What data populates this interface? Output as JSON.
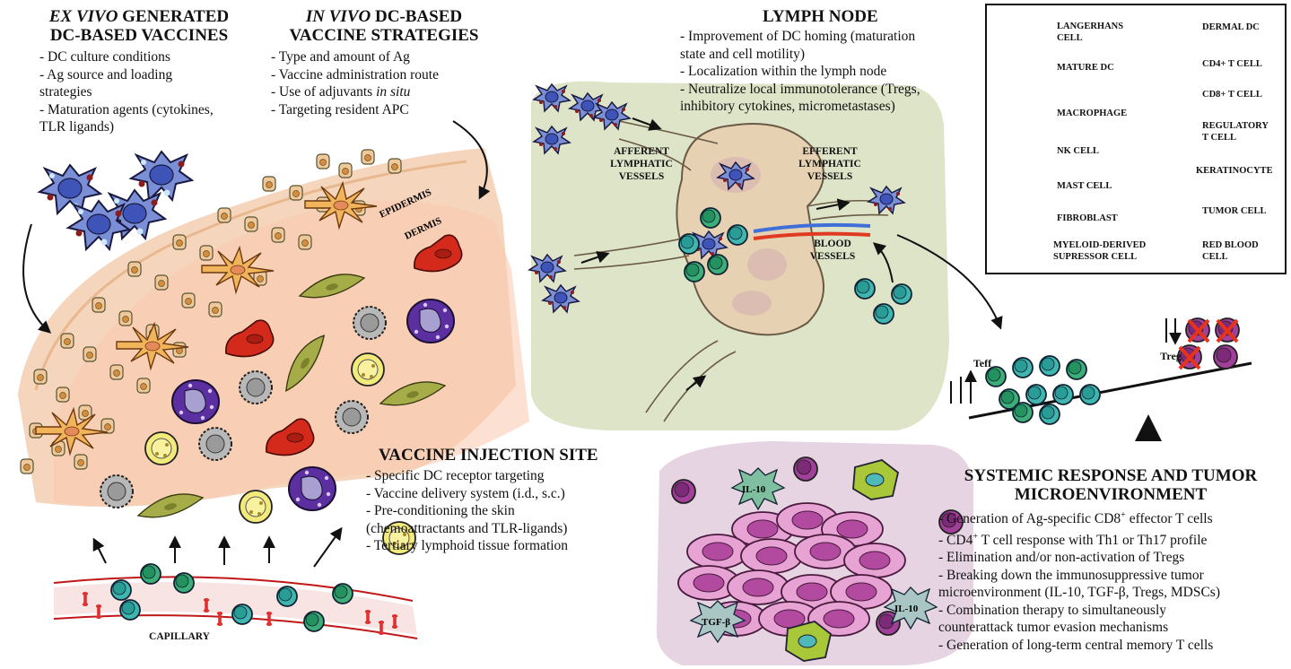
{
  "ex_vivo": {
    "title_italic": "EX VIVO",
    "title_rest": " GENERATED",
    "title_line2": "DC-BASED VACCINES",
    "items": [
      "- DC culture conditions",
      "- Ag source and loading",
      "strategies",
      "- Maturation agents (cytokines,",
      "TLR ligands)"
    ]
  },
  "in_vivo": {
    "title_italic": "IN VIVO",
    "title_rest": " DC-BASED",
    "title_line2": "VACCINE STRATEGIES",
    "items": [
      "- Type and amount of Ag",
      "- Vaccine administration route",
      "- Use of adjuvants ",
      "- Targeting resident APC"
    ],
    "items_italic_suffix": "in situ"
  },
  "lymph_node": {
    "title": "LYMPH NODE",
    "items": [
      "- Improvement of DC homing (maturation",
      "state and cell motility)",
      "- Localization within the lymph node",
      "- Neutralize local immunotolerance (Tregs,",
      "inhibitory cytokines, micrometastases)"
    ]
  },
  "vaccine_site": {
    "title": "VACCINE INJECTION SITE",
    "items": [
      "- Specific DC receptor targeting",
      "- Vaccine delivery system (i.d., s.c.)",
      "- Pre-conditioning the skin",
      "(chemoattractants and TLR-ligands)",
      "- Tertiary lymphoid tissue formation"
    ]
  },
  "systemic": {
    "title_line1": "SYSTEMIC RESPONSE AND TUMOR",
    "title_line2": "MICROENVIRONMENT",
    "items": [
      "-  Generation of Ag-specific CD8",
      "-  CD4",
      "- Elimination and/or non-activation of Tregs",
      "- Breaking down the immunosuppressive tumor",
      "microenvironment (IL-10, TGF-β, Tregs, MDSCs)",
      "- Combination therapy to simultaneously",
      "counterattack tumor evasion mechanisms",
      "- Generation of long-term central memory T cells"
    ],
    "item1_sup": "+",
    "item1_rest": " effector T cells",
    "item2_sup": "+",
    "item2_rest": " T cell response with Th1 or Th17 profile"
  },
  "labels": {
    "epidermis": "EPIDERMIS",
    "dermis": "DERMIS",
    "capillary": "CAPILLARY",
    "afferent": [
      "AFFERENT",
      "LYMPHATIC",
      "VESSELS"
    ],
    "efferent": [
      "EFFERENT",
      "LYMPHATIC",
      "VESSELS"
    ],
    "blood": [
      "BLOOD",
      "VESSELS"
    ],
    "teff": "Teff",
    "treg": "Treg",
    "il10_a": "IL-10",
    "il10_b": "IL-10",
    "tgfb": "TGF-β"
  },
  "legend": {
    "left": [
      "LANGERHANS CELL",
      "MATURE DC",
      "MACROPHAGE",
      "NK CELL",
      "MAST CELL",
      "FIBROBLAST",
      "MYELOID-DERIVED SUPRESSOR CELL"
    ],
    "right": [
      "DERMAL DC",
      "CD4+ T CELL",
      "CD8+ T CELL",
      "REGULATORY T CELL",
      "KERATINOCYTE",
      "TUMOR CELL",
      "RED BLOOD CELL"
    ]
  },
  "colors": {
    "skin": "#f6d5bd",
    "lymph_bg": "#dde4c8",
    "tumor_bg": "#e6d4e2",
    "dc": "#7b8fd6",
    "langerhans": "#f2b45a",
    "cd8": "#3fb7b0",
    "cd4": "#3cae78",
    "treg": "#a13f9a",
    "tumor": "#e7a3d3",
    "macrophage": "#d42a1c",
    "mast": "#5b2fa0",
    "fibroblast": "#a6ad48",
    "mdsc": "#a8c83a",
    "nk": "#f2ea7a",
    "dermal_dc": "#b8b8b8",
    "rbc": "#e03030"
  }
}
